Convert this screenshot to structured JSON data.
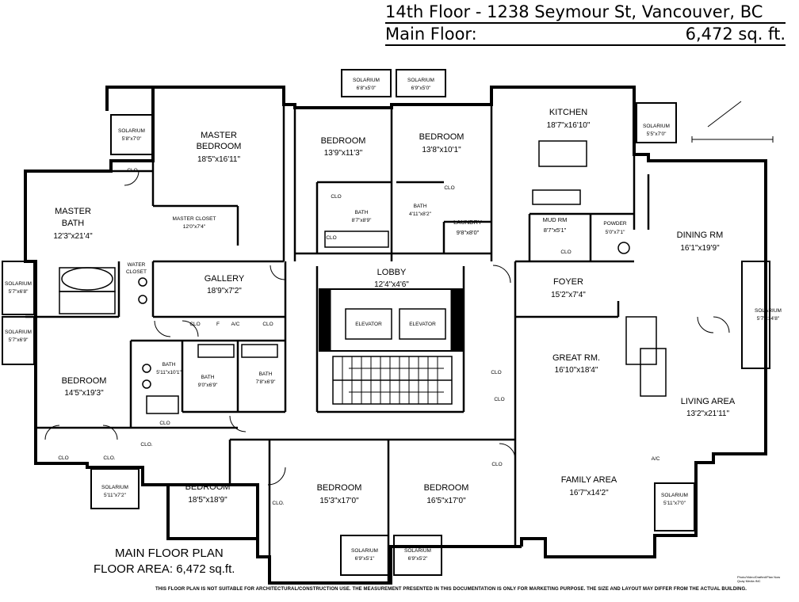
{
  "header": {
    "title": "14th Floor - 1238 Seymour St, Vancouver, BC",
    "main_floor_label": "Main Floor:",
    "main_floor_area": "6,472 sq. ft."
  },
  "footer": {
    "plan_title": "MAIN FLOOR PLAN",
    "floor_area": "FLOOR AREA: 6,472 sq.ft.",
    "disclaimer": "THIS FLOOR PLAN IS NOT SUITABLE FOR ARCHITECTURAL/CONSTRUCTION USE. THE MEASUREMENT PRESENTED IN THIS DOCUMENTATION IS ONLY FOR MARKETING PURPOSE. THE SIZE AND LAYOUT MAY DIFFER FROM THE ACTUAL BUILDING.",
    "credit": "Photo/Video/Drafted/Plan Now Quay Media INC"
  },
  "rooms": {
    "master_bedroom": {
      "name1": "MASTER",
      "name2": "BEDROOM",
      "dim": "18'5\"x16'11\""
    },
    "master_bath": {
      "name1": "MASTER",
      "name2": "BATH",
      "dim": "12'3\"x21'4\""
    },
    "bedroom_north_1": {
      "name": "BEDROOM",
      "dim": "13'9\"x11'3\""
    },
    "bedroom_north_2": {
      "name": "BEDROOM",
      "dim": "13'8\"x10'1\""
    },
    "kitchen": {
      "name": "KITCHEN",
      "dim": "18'7\"x16'10\""
    },
    "laundry": {
      "name": "LAUNDRY",
      "dim": "9'8\"x8'0\""
    },
    "mud_rm": {
      "name": "MUD RM",
      "dim": "8'7\"x5'1\""
    },
    "powder": {
      "name": "POWDER",
      "dim": "5'0\"x7'1\""
    },
    "dining": {
      "name": "DINING RM",
      "dim": "16'1\"x19'9\""
    },
    "gallery": {
      "name": "GALLERY",
      "dim": "18'9\"x7'2\""
    },
    "lobby": {
      "name": "LOBBY",
      "dim": "12'4\"x4'6\""
    },
    "foyer": {
      "name": "FOYER",
      "dim": "15'2\"x7'4\""
    },
    "great_rm": {
      "name": "GREAT RM.",
      "dim": "16'10\"x18'4\""
    },
    "living": {
      "name": "LIVING AREA",
      "dim": "13'2\"x21'11\""
    },
    "family": {
      "name": "FAMILY AREA",
      "dim": "16'7\"x14'2\""
    },
    "bedroom_west": {
      "name": "BEDROOM",
      "dim": "14'5\"x19'3\""
    },
    "bedroom_sw": {
      "name": "BEDROOM",
      "dim": "18'5\"x18'9\""
    },
    "bedroom_s1": {
      "name": "BEDROOM",
      "dim": "15'3\"x17'0\""
    },
    "bedroom_s2": {
      "name": "BEDROOM",
      "dim": "16'5\"x17'0\""
    },
    "master_closet": {
      "name": "MASTER CLOSET",
      "dim": "12'0\"x7'4\""
    },
    "water_closet": {
      "name1": "WATER",
      "name2": "CLOSET"
    },
    "bath_north": {
      "name": "BATH",
      "dim": "8'7\"x8'9\""
    },
    "bath_north2": {
      "name": "BATH",
      "dim": "4'11\"x8'2\""
    },
    "bath_west": {
      "name": "BATH",
      "dim": "5'11\"x10'1\""
    },
    "bath_mid1": {
      "name": "BATH",
      "dim": "9'0\"x6'9\""
    },
    "bath_mid2": {
      "name": "BATH",
      "dim": "7'8\"x6'9\""
    }
  },
  "solariums": [
    {
      "name": "SOLARIUM",
      "dim": "6'8\"x5'0\""
    },
    {
      "name": "SOLARIUM",
      "dim": "6'9\"x5'0\""
    },
    {
      "name": "SOLARIUM",
      "dim": "5'8\"x7'0\""
    },
    {
      "name": "SOLARIUM",
      "dim": "5'5\"x7'0\""
    },
    {
      "name": "SOLARIUM",
      "dim": "5'7\"x6'8\""
    },
    {
      "name": "SOLARIUM",
      "dim": "5'7\"x6'9\""
    },
    {
      "name": "SOLARIUM",
      "dim": "5'7\"x14'8\""
    },
    {
      "name": "SOLARIUM",
      "dim": "5'11\"x7'2\""
    },
    {
      "name": "SOLARIUM",
      "dim": "5'11\"x7'0\""
    },
    {
      "name": "SOLARIUM",
      "dim": "6'9\"x5'1\""
    },
    {
      "name": "SOLARIUM",
      "dim": "6'9\"x5'2\""
    }
  ],
  "labels": {
    "clo": "CLO",
    "clo_dot": "CLO.",
    "elevator": "ELEVATOR",
    "ac": "A/C",
    "f": "F"
  }
}
